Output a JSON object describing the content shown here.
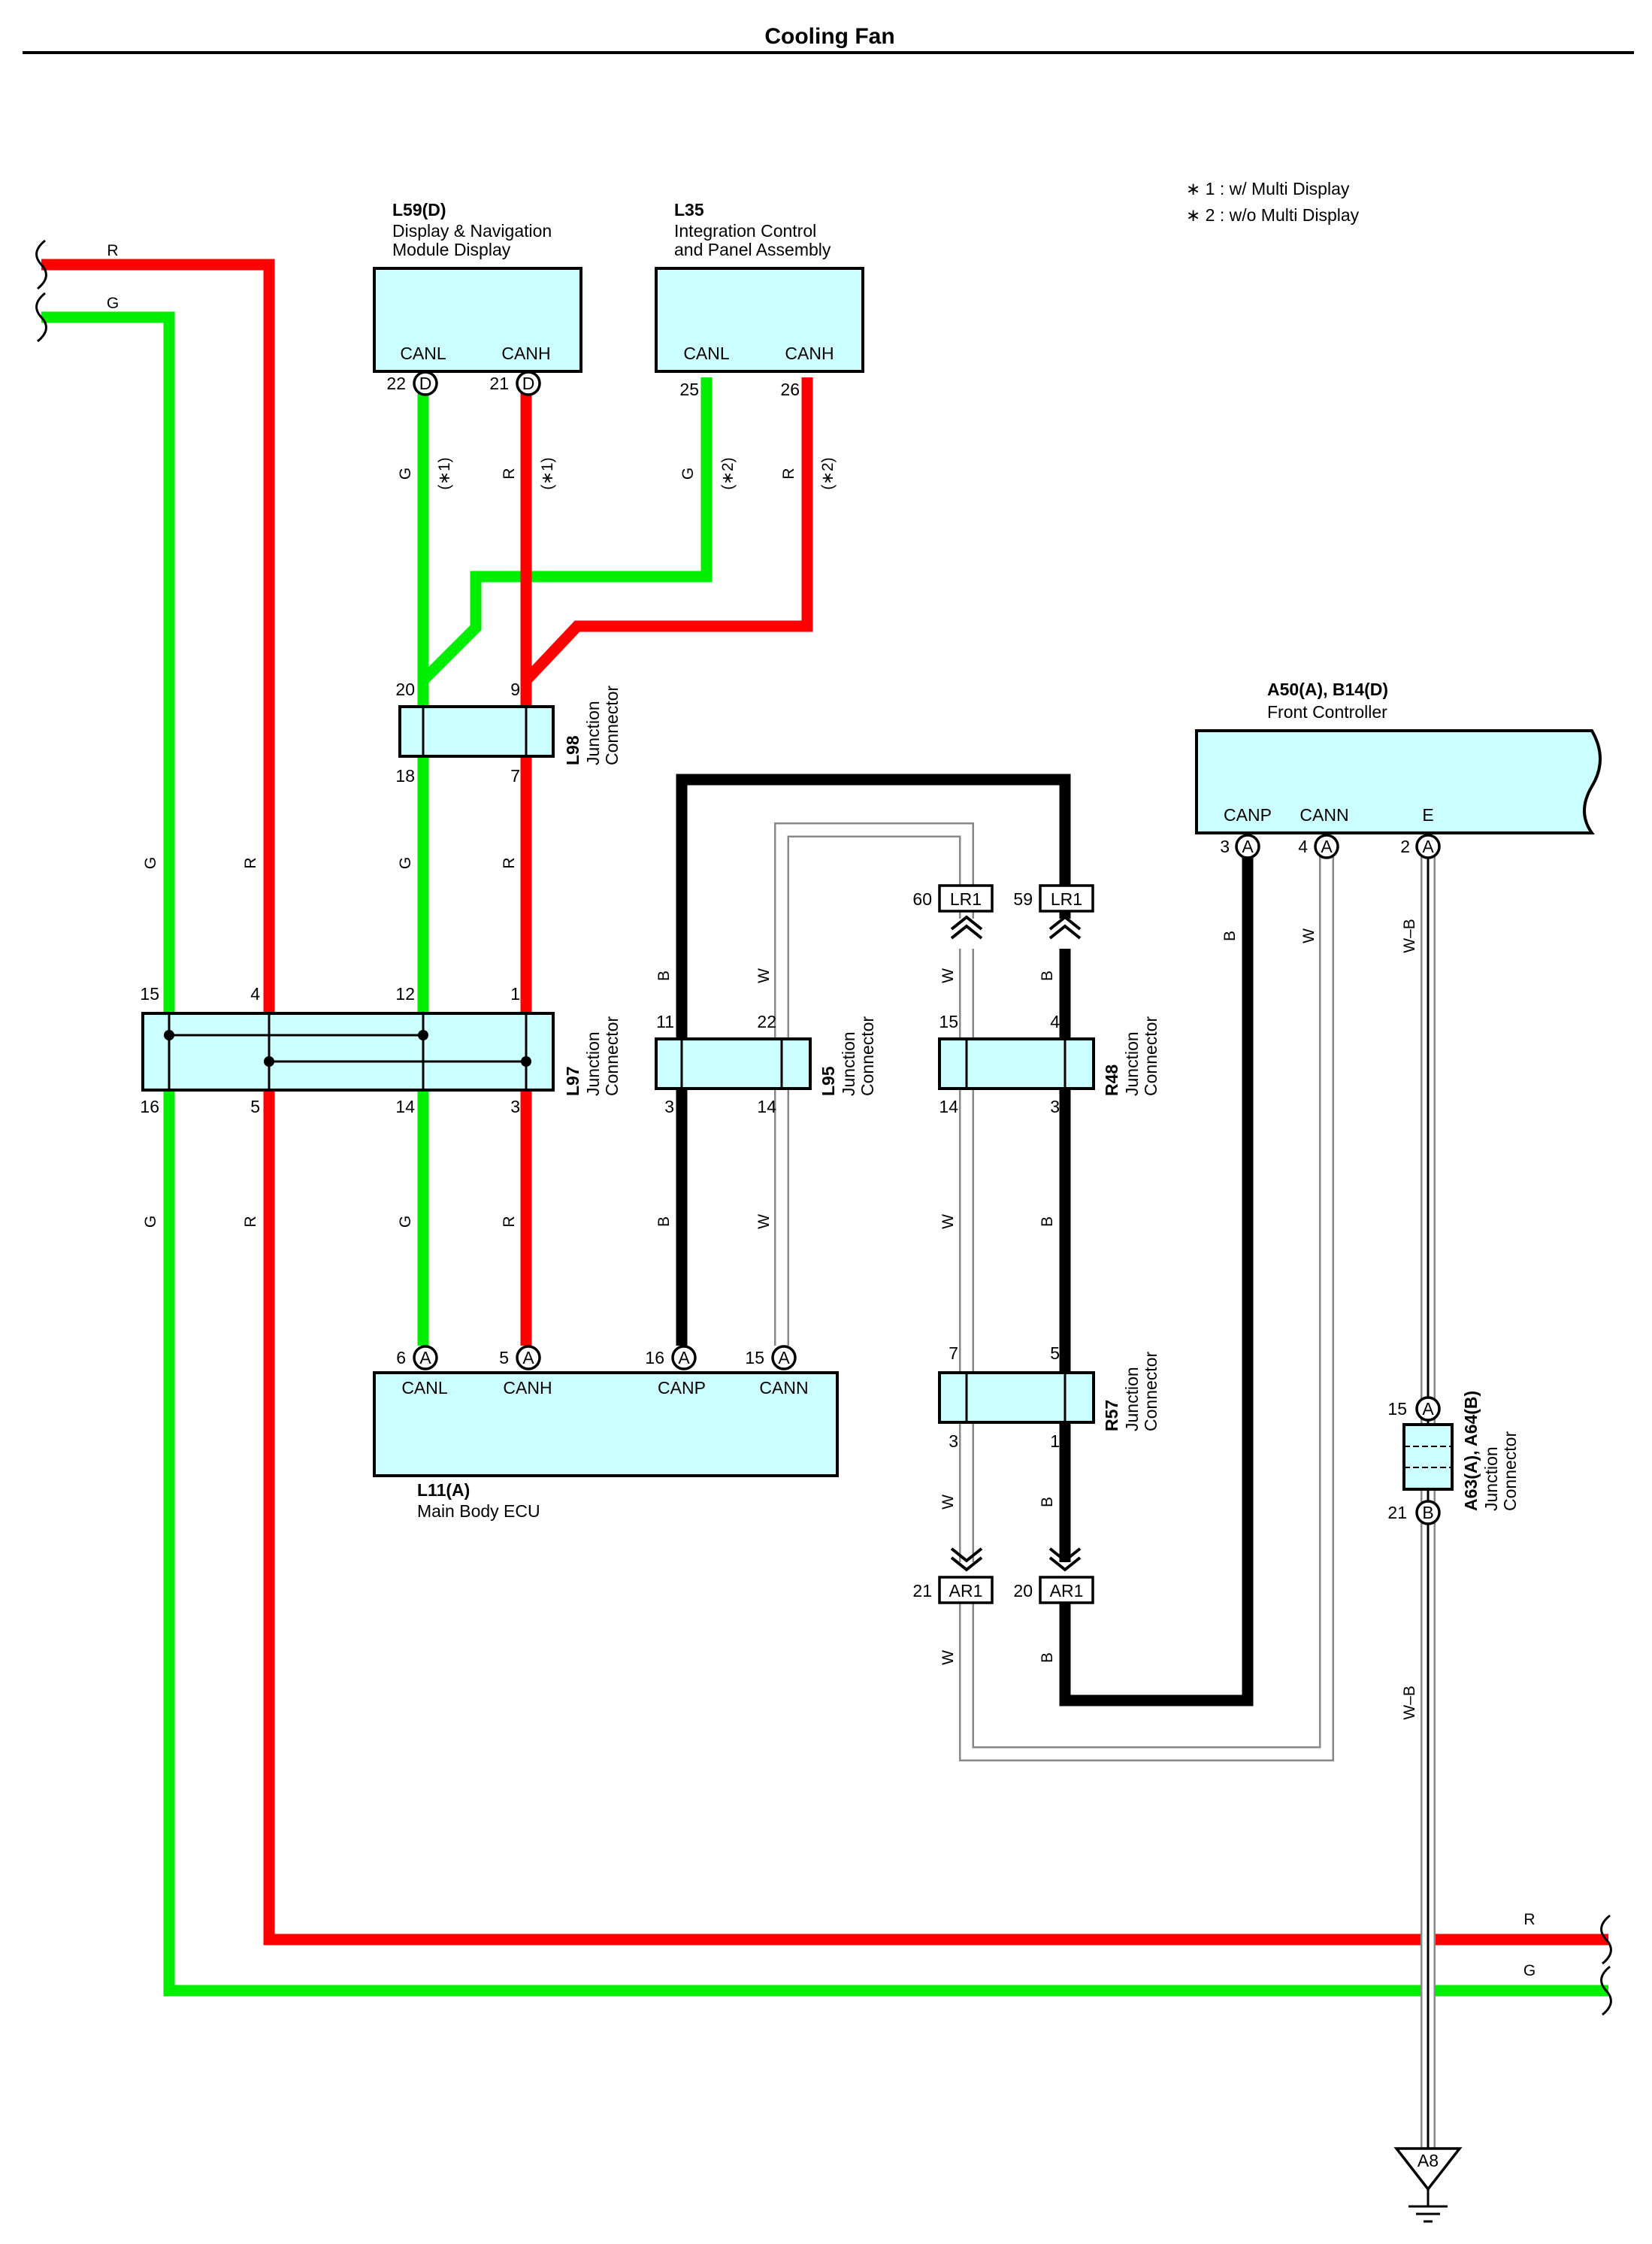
{
  "title": "Cooling Fan",
  "notes": [
    "∗ 1 : w/ Multi Display",
    "∗ 2 : w/o Multi Display"
  ],
  "colors": {
    "G": "#00ee00",
    "R": "#ff0000",
    "B": "#000000",
    "W": "#ffffff",
    "box": "#ccffff"
  },
  "components": {
    "l59": {
      "id": "L59(D)",
      "name1": "Display & Navigation",
      "name2": "Module Display",
      "pins": {
        "canl": "CANL",
        "canh": "CANH"
      },
      "pin_nums": {
        "canl": "22",
        "canh": "21"
      },
      "letter": "D"
    },
    "l35": {
      "id": "L35",
      "name1": "Integration Control",
      "name2": "and Panel Assembly",
      "pins": {
        "canl": "CANL",
        "canh": "CANH"
      },
      "pin_nums": {
        "canl": "25",
        "canh": "26"
      }
    },
    "a50": {
      "id": "A50(A), B14(D)",
      "name": "Front Controller",
      "pins": {
        "canp": "CANP",
        "cann": "CANN",
        "e": "E"
      },
      "pin_nums": {
        "canp": "3",
        "cann": "4",
        "e": "2"
      },
      "letter": "A"
    },
    "l98": {
      "id": "L98",
      "name1": "Junction",
      "name2": "Connector",
      "pins": {
        "top_g": "20",
        "top_r": "9",
        "bot_g": "18",
        "bot_r": "7"
      }
    },
    "l97": {
      "id": "L97",
      "name1": "Junction",
      "name2": "Connector",
      "pins": {
        "t15": "15",
        "t4": "4",
        "t12": "12",
        "t1": "1",
        "b16": "16",
        "b5": "5",
        "b14": "14",
        "b3": "3"
      }
    },
    "l95": {
      "id": "L95",
      "name1": "Junction",
      "name2": "Connector",
      "pins": {
        "t11": "11",
        "t22": "22",
        "b3": "3",
        "b14": "14"
      }
    },
    "r48": {
      "id": "R48",
      "name1": "Junction",
      "name2": "Connector",
      "pins": {
        "t15": "15",
        "t4": "4",
        "b14": "14",
        "b3": "3"
      }
    },
    "r57": {
      "id": "R57",
      "name1": "Junction",
      "name2": "Connector",
      "pins": {
        "t7": "7",
        "t5": "5",
        "b3": "3",
        "b1": "1"
      }
    },
    "l11": {
      "id": "L11(A)",
      "name": "Main Body ECU",
      "pins": {
        "canl": "CANL",
        "canh": "CANH",
        "canp": "CANP",
        "cann": "CANN"
      },
      "pin_nums": {
        "canl": "6",
        "canh": "5",
        "canp": "16",
        "cann": "15"
      },
      "letter": "A"
    },
    "a63": {
      "id": "A63(A), A64(B)",
      "name1": "Junction",
      "name2": "Connector",
      "pin_top": "15",
      "pin_bot": "21",
      "letter_top": "A",
      "letter_bot": "B"
    }
  },
  "inline_connectors": {
    "lr1": {
      "label": "LR1",
      "pin_w": "60",
      "pin_b": "59"
    },
    "ar1": {
      "label": "AR1",
      "pin_w": "21",
      "pin_b": "20"
    }
  },
  "ground": {
    "label": "A8"
  },
  "wire_labels": {
    "g": "G",
    "r": "R",
    "b": "B",
    "w": "W",
    "wb": "W–B",
    "star1": "(∗1)",
    "star2": "(∗2)"
  }
}
